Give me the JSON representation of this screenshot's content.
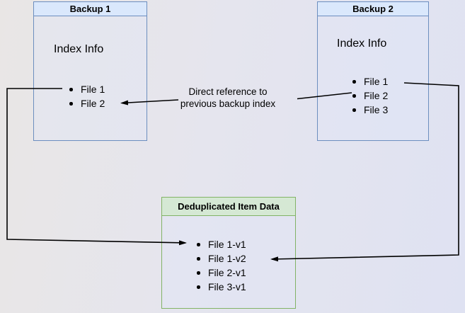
{
  "diagram": {
    "backup1": {
      "title": "Backup 1",
      "index_label": "Index Info",
      "files": [
        "File 1",
        "File 2"
      ]
    },
    "backup2": {
      "title": "Backup 2",
      "index_label": "Index Info",
      "files": [
        "File 1",
        "File 2",
        "File 3"
      ]
    },
    "dedup": {
      "title": "Deduplicated Item Data",
      "files": [
        "File 1-v1",
        "File 1-v2",
        "File 2-v1",
        "File 3-v1"
      ]
    },
    "annotation": "Direct reference to previous backup index",
    "connectors": [
      {
        "id": "backup1-file1-to-dedup",
        "from": "Backup 1 / File 1",
        "to": "Deduplicated Item Data / File 1-v1"
      },
      {
        "id": "backup2-file1-to-dedup",
        "from": "Backup 2 / File 1",
        "to": "Deduplicated Item Data / File 1-v2"
      },
      {
        "id": "backup2-file2-to-backup1-file2",
        "from": "Backup 2 / File 2",
        "to": "Backup 1 / File 2",
        "label": "Direct reference to previous backup index"
      }
    ],
    "colors": {
      "backup_header_fill": "#dae8fc",
      "backup_border": "#6c8ebf",
      "dedup_header_fill": "#d5e8d4",
      "dedup_border": "#82b366",
      "connector": "#000000"
    }
  }
}
